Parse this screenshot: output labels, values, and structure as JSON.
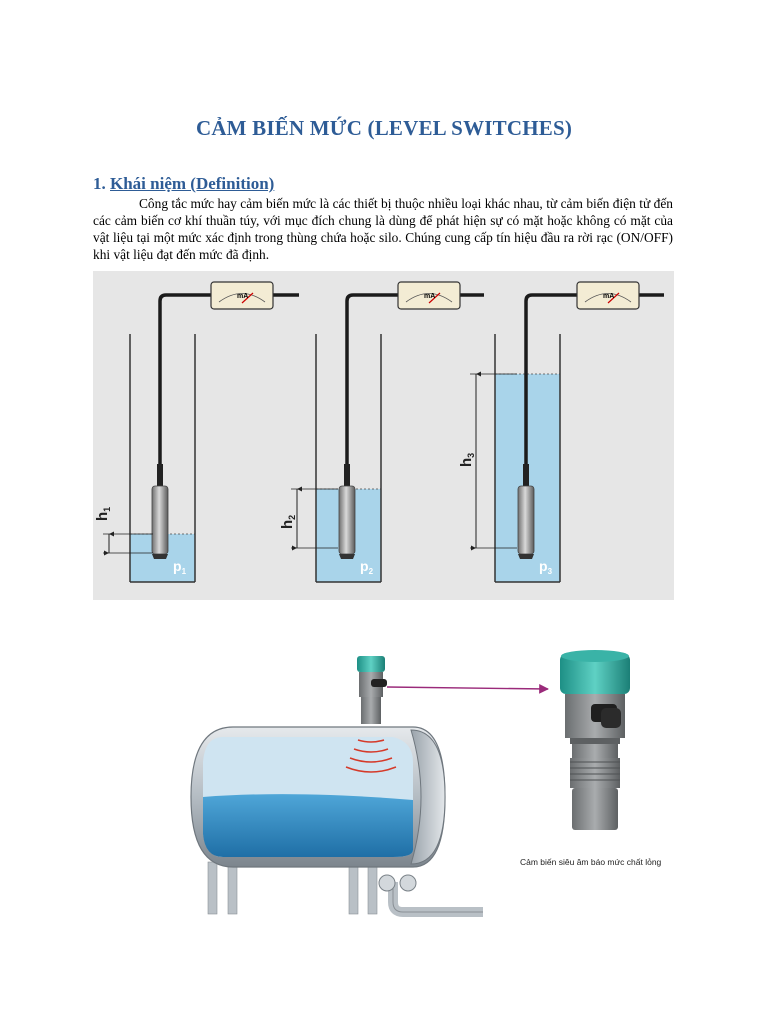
{
  "document": {
    "title": "CẢM BIẾN MỨC (LEVEL SWITCHES)",
    "section": {
      "number": "1.",
      "heading": "Khái niệm (Definition)"
    },
    "paragraph": "Công tắc mức hay cảm biến mức là các thiết bị thuộc nhiều loại khác nhau, từ cảm biến điện tử đến các cảm biến cơ khí thuần túy, với mục đích chung là dùng để phát hiện sự có mặt hoặc không có mặt của vật liệu tại một mức xác định trong thùng chứa hoặc silo. Chúng cung cấp tín hiệu đầu ra rời rạc (ON/OFF) khi vật liệu đạt đến mức đã định."
  },
  "figure1": {
    "meter_label": "mA",
    "sensors": [
      {
        "height_label": "h",
        "height_sub": "1",
        "pressure_label": "p",
        "pressure_sub": "1"
      },
      {
        "height_label": "h",
        "height_sub": "2",
        "pressure_label": "p",
        "pressure_sub": "2"
      },
      {
        "height_label": "h",
        "height_sub": "3",
        "pressure_label": "p",
        "pressure_sub": "3"
      }
    ]
  },
  "figure2": {
    "caption": "Cảm biến siêu âm báo mức chất lỏng"
  },
  "colors": {
    "heading": "#2e5c96",
    "water": "#a9d4ea",
    "figure_bg": "#e6e6e6"
  }
}
